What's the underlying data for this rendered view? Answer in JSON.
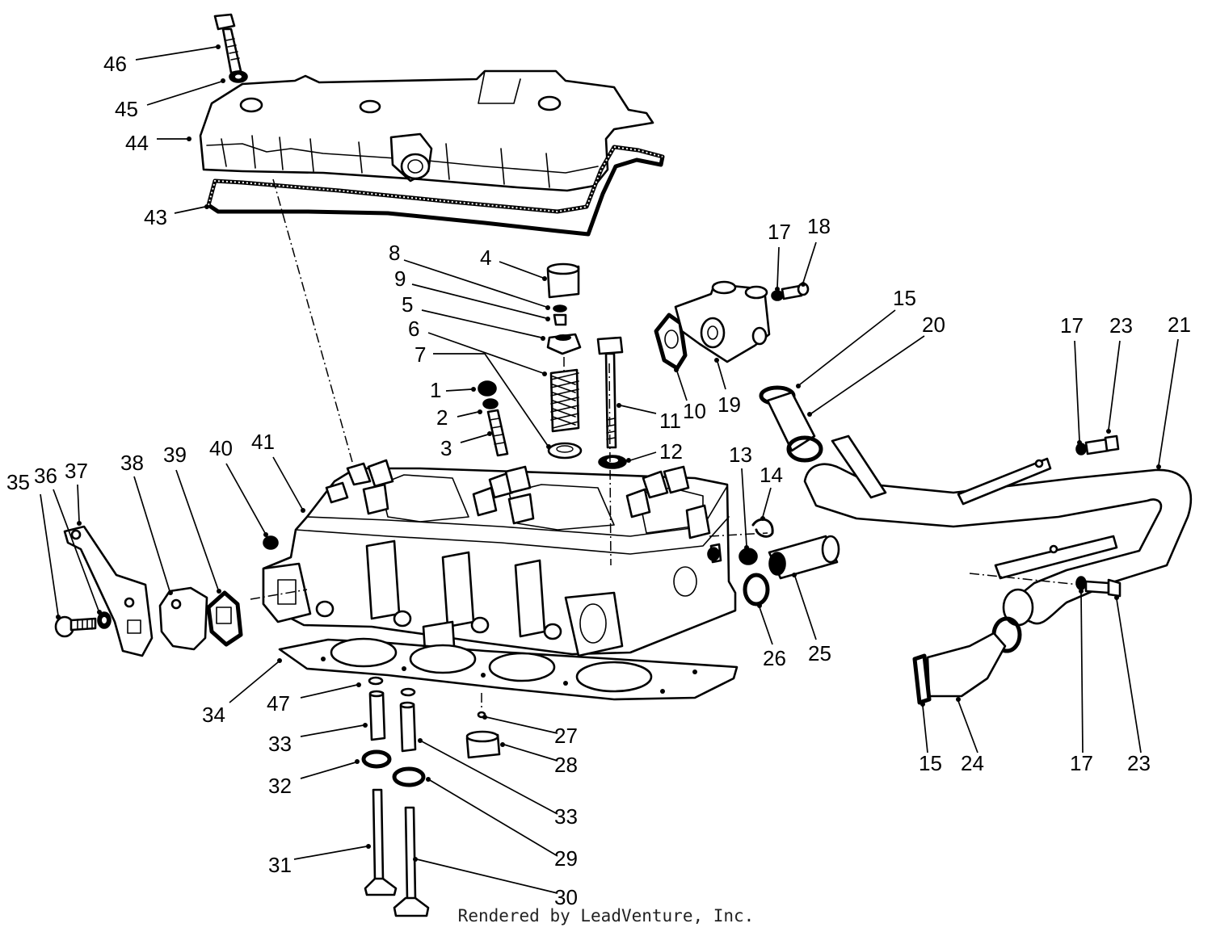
{
  "footer": {
    "credit": "Rendered by LeadVenture, Inc."
  },
  "callouts": [
    {
      "id": "c46",
      "label": "46"
    },
    {
      "id": "c45",
      "label": "45"
    },
    {
      "id": "c44",
      "label": "44"
    },
    {
      "id": "c43",
      "label": "43"
    },
    {
      "id": "c8",
      "label": "8"
    },
    {
      "id": "c4",
      "label": "4"
    },
    {
      "id": "c9",
      "label": "9"
    },
    {
      "id": "c5",
      "label": "5"
    },
    {
      "id": "c6",
      "label": "6"
    },
    {
      "id": "c7",
      "label": "7"
    },
    {
      "id": "c1",
      "label": "1"
    },
    {
      "id": "c2",
      "label": "2"
    },
    {
      "id": "c3",
      "label": "3"
    },
    {
      "id": "c11",
      "label": "11"
    },
    {
      "id": "c12",
      "label": "12"
    },
    {
      "id": "c17a",
      "label": "17"
    },
    {
      "id": "c18",
      "label": "18"
    },
    {
      "id": "c15a",
      "label": "15"
    },
    {
      "id": "c20",
      "label": "20"
    },
    {
      "id": "c10",
      "label": "10"
    },
    {
      "id": "c19",
      "label": "19"
    },
    {
      "id": "c17b",
      "label": "17"
    },
    {
      "id": "c23a",
      "label": "23"
    },
    {
      "id": "c21",
      "label": "21"
    },
    {
      "id": "c13",
      "label": "13"
    },
    {
      "id": "c14",
      "label": "14"
    },
    {
      "id": "c35",
      "label": "35"
    },
    {
      "id": "c36",
      "label": "36"
    },
    {
      "id": "c37",
      "label": "37"
    },
    {
      "id": "c38",
      "label": "38"
    },
    {
      "id": "c39",
      "label": "39"
    },
    {
      "id": "c40",
      "label": "40"
    },
    {
      "id": "c41",
      "label": "41"
    },
    {
      "id": "c26",
      "label": "26"
    },
    {
      "id": "c25",
      "label": "25"
    },
    {
      "id": "c34",
      "label": "34"
    },
    {
      "id": "c47",
      "label": "47"
    },
    {
      "id": "c33a",
      "label": "33"
    },
    {
      "id": "c32",
      "label": "32"
    },
    {
      "id": "c27",
      "label": "27"
    },
    {
      "id": "c28",
      "label": "28"
    },
    {
      "id": "c33b",
      "label": "33"
    },
    {
      "id": "c29",
      "label": "29"
    },
    {
      "id": "c31",
      "label": "31"
    },
    {
      "id": "c30",
      "label": "30"
    },
    {
      "id": "c15b",
      "label": "15"
    },
    {
      "id": "c24",
      "label": "24"
    },
    {
      "id": "c17c",
      "label": "17"
    },
    {
      "id": "c23b",
      "label": "23"
    }
  ]
}
